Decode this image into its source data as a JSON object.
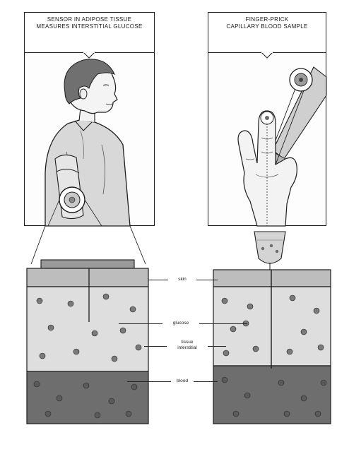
{
  "panels": {
    "left": {
      "title": "sensor in adipose tissue\nmeasures interstitial glucose",
      "subtitle": "",
      "illustration": "person-upper-arm-sensor"
    },
    "right": {
      "title": "finger-prick\ncapillary blood sample",
      "subtitle": "",
      "illustration": "finger-lancet-device"
    }
  },
  "layers": {
    "skin": "skin",
    "glucose": "glucose",
    "interstitial_fluid": "tissue\ninterstitial",
    "blood": "blood"
  },
  "caption": "",
  "colors": {
    "outline": "#1d1d1d",
    "skin_layer": "#bdbdbd",
    "interstitial_layer": "#dedede",
    "blood_layer": "#6e6e6e",
    "glucose_dot": "#7a7a7a",
    "background": "#ffffff"
  }
}
